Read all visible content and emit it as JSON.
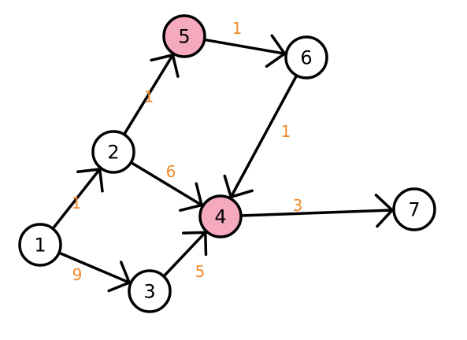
{
  "colors": {
    "node_fill": "#ffffff",
    "highlight_fill": "#f4a9bf",
    "stroke": "#000000",
    "weight": "#f08a2d"
  },
  "nodes": [
    {
      "id": "1",
      "label": "1",
      "highlighted": false
    },
    {
      "id": "2",
      "label": "2",
      "highlighted": false
    },
    {
      "id": "3",
      "label": "3",
      "highlighted": false
    },
    {
      "id": "4",
      "label": "4",
      "highlighted": true
    },
    {
      "id": "5",
      "label": "5",
      "highlighted": true
    },
    {
      "id": "6",
      "label": "6",
      "highlighted": false
    },
    {
      "id": "7",
      "label": "7",
      "highlighted": false
    }
  ],
  "edges": [
    {
      "from": "1",
      "to": "2",
      "weight": "1"
    },
    {
      "from": "1",
      "to": "3",
      "weight": "9"
    },
    {
      "from": "2",
      "to": "5",
      "weight": "1"
    },
    {
      "from": "2",
      "to": "4",
      "weight": "6"
    },
    {
      "from": "3",
      "to": "4",
      "weight": "5"
    },
    {
      "from": "5",
      "to": "6",
      "weight": "1"
    },
    {
      "from": "6",
      "to": "4",
      "weight": "1"
    },
    {
      "from": "4",
      "to": "7",
      "weight": "3"
    }
  ]
}
